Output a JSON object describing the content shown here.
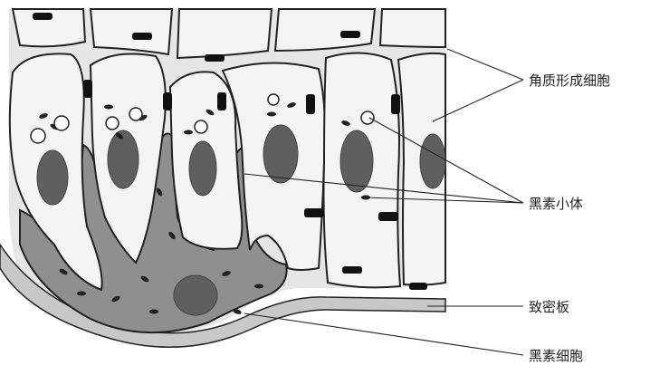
{
  "labels": {
    "keratinocyte": "角质形成细胞",
    "melanosome": "黑素小体",
    "basal_lamina": "致密板",
    "melanocyte": "黑素细胞"
  },
  "colors": {
    "background": "#ffffff",
    "epidermis_fill": "#e6e6e6",
    "keratinocyte_fill": "#f4f4f4",
    "melanocyte_fill": "#8f8f8f",
    "nucleus_fill": "#5f5f5f",
    "outline": "#222222",
    "basal_lamina_fill": "#c8c8c8"
  }
}
